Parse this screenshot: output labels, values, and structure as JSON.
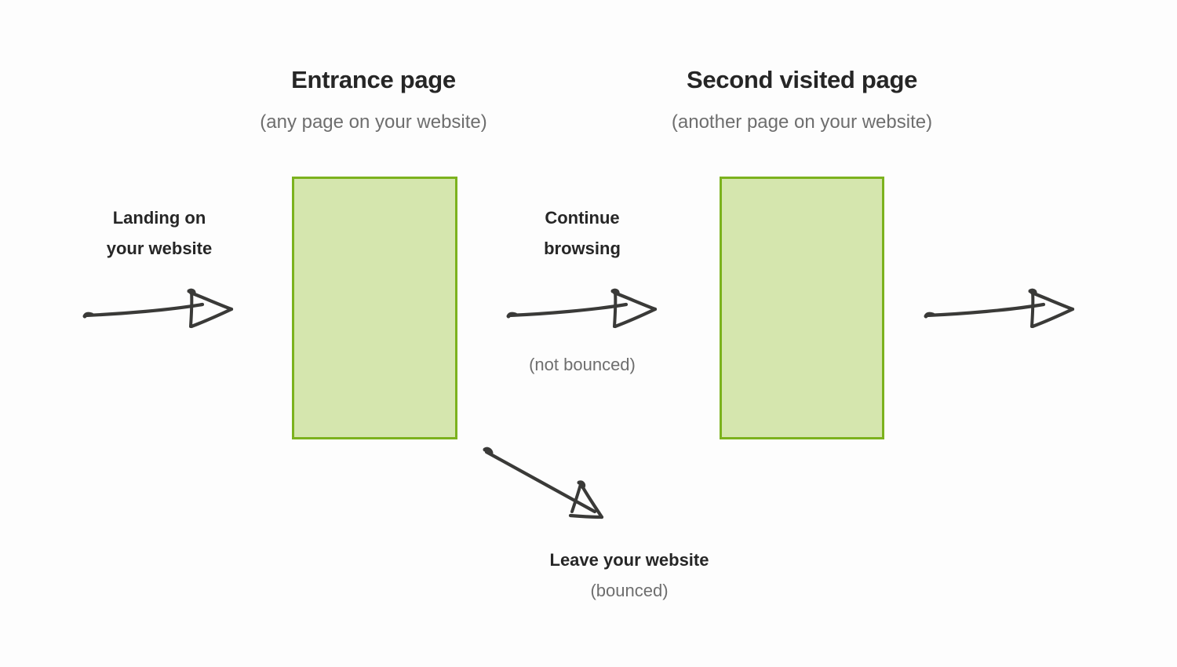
{
  "background_color": "#fdfdfd",
  "colors": {
    "heading_text": "#262626",
    "muted_text": "#6e6e6e",
    "box_fill": "#d5e6ae",
    "box_border": "#7cb21e",
    "arrow_stroke": "#3a3a38"
  },
  "columns": [
    {
      "heading": "Entrance page",
      "subtitle": "(any page on your website)",
      "box_name": "entrance-page-box"
    },
    {
      "heading": "Second visited page",
      "subtitle": "(another page on your website)",
      "box_name": "second-visited-page-box"
    }
  ],
  "steps": {
    "landing": {
      "label_line1": "Landing on",
      "label_line2": "your website"
    },
    "continue": {
      "label_line1": "Continue",
      "label_line2": "browsing",
      "note": "(not bounced)"
    },
    "leave": {
      "label": "Leave your website",
      "note": "(bounced)"
    }
  },
  "arrows": [
    {
      "name": "landing-arrow",
      "direction": "right"
    },
    {
      "name": "continue-browsing-arrow",
      "direction": "right"
    },
    {
      "name": "leave-website-arrow",
      "direction": "down-right"
    },
    {
      "name": "exit-arrow",
      "direction": "right"
    }
  ]
}
